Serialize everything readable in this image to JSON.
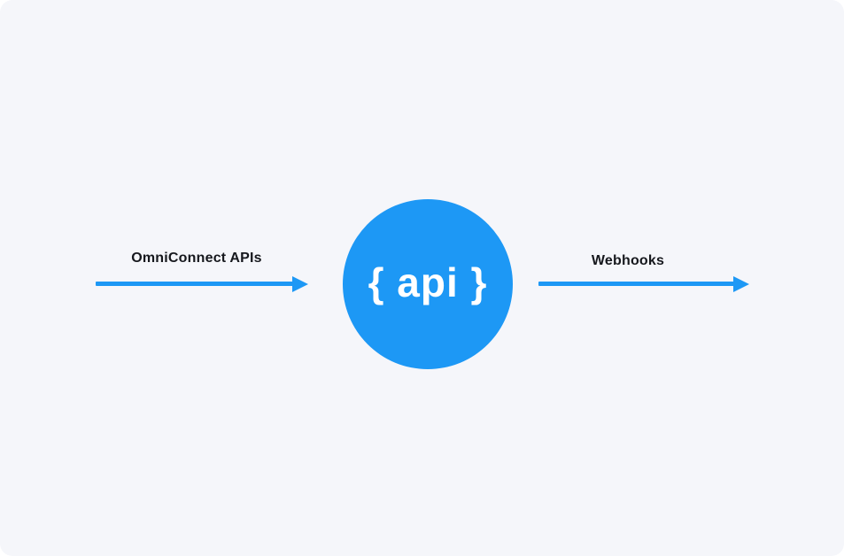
{
  "colors": {
    "accent": "#1d98f5",
    "canvas": "#f5f6fa",
    "label_text": "#16181d",
    "node_text": "#ffffff",
    "page_background": "#ffffff"
  },
  "diagram": {
    "left_flow": {
      "label": "OmniConnect APIs",
      "direction": "into-node"
    },
    "center_node": {
      "label": "{ api }",
      "shape": "circle"
    },
    "right_flow": {
      "label": "Webhooks",
      "direction": "out-of-node"
    }
  }
}
